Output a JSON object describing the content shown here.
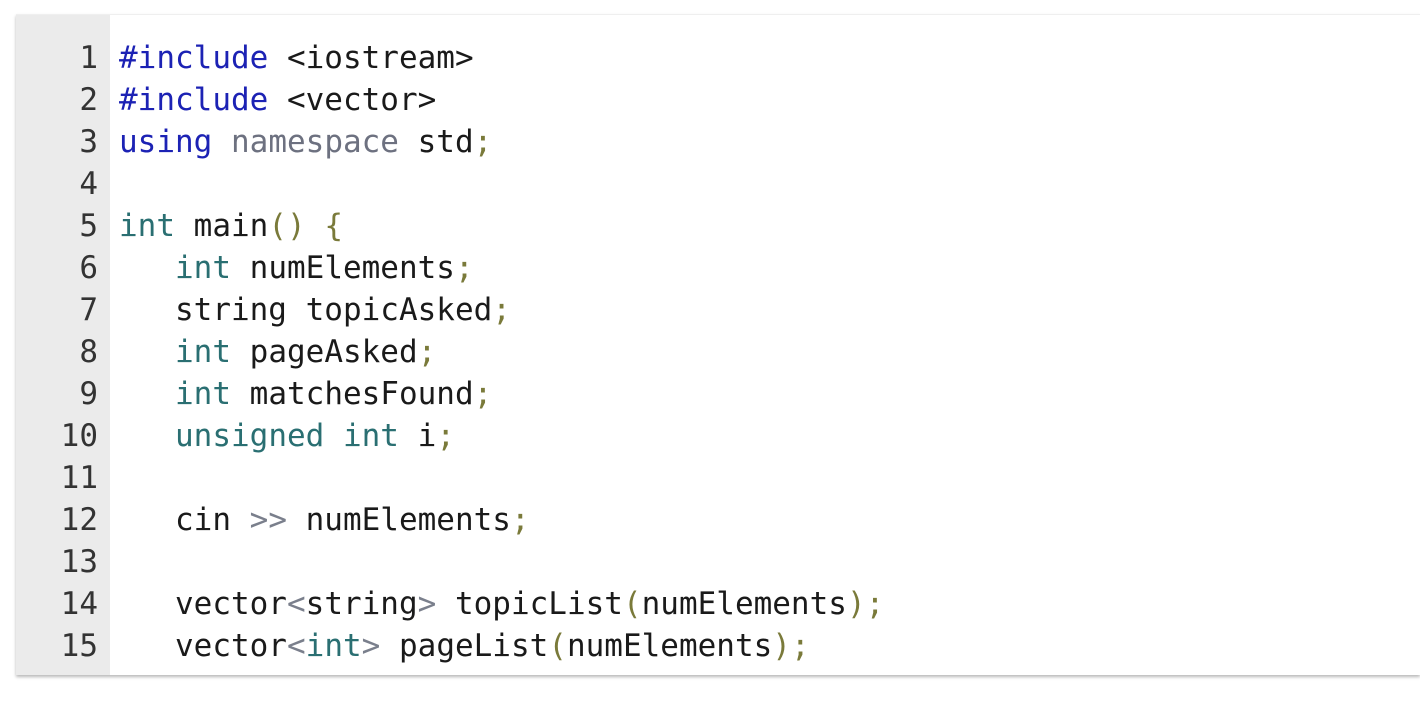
{
  "colors": {
    "directive": "#1c22b4",
    "keyword": "#1c22b4",
    "namespace": "#6d7180",
    "type": "#2a6f72",
    "punctuation": "#7a7a3a",
    "operator": "#7a7f8c",
    "identifier": "#1a1a1a",
    "gutter_background": "#ebebeb",
    "line_number": "#333333"
  },
  "code_lines": [
    {
      "number": "1",
      "tokens": [
        {
          "text": "#include",
          "kind": "directive"
        },
        {
          "text": " <iostream>",
          "kind": "identifier"
        }
      ]
    },
    {
      "number": "2",
      "tokens": [
        {
          "text": "#include",
          "kind": "directive"
        },
        {
          "text": " <vector>",
          "kind": "identifier"
        }
      ]
    },
    {
      "number": "3",
      "tokens": [
        {
          "text": "using",
          "kind": "keyword"
        },
        {
          "text": " ",
          "kind": "identifier"
        },
        {
          "text": "namespace",
          "kind": "namespace"
        },
        {
          "text": " std",
          "kind": "identifier"
        },
        {
          "text": ";",
          "kind": "punctuation"
        }
      ]
    },
    {
      "number": "4",
      "tokens": []
    },
    {
      "number": "5",
      "tokens": [
        {
          "text": "int",
          "kind": "type"
        },
        {
          "text": " main",
          "kind": "identifier"
        },
        {
          "text": "()",
          "kind": "punctuation"
        },
        {
          "text": " ",
          "kind": "identifier"
        },
        {
          "text": "{",
          "kind": "punctuation"
        }
      ]
    },
    {
      "number": "6",
      "tokens": [
        {
          "text": "   ",
          "kind": "identifier"
        },
        {
          "text": "int",
          "kind": "type"
        },
        {
          "text": " numElements",
          "kind": "identifier"
        },
        {
          "text": ";",
          "kind": "punctuation"
        }
      ]
    },
    {
      "number": "7",
      "tokens": [
        {
          "text": "   string topicAsked",
          "kind": "identifier"
        },
        {
          "text": ";",
          "kind": "punctuation"
        }
      ]
    },
    {
      "number": "8",
      "tokens": [
        {
          "text": "   ",
          "kind": "identifier"
        },
        {
          "text": "int",
          "kind": "type"
        },
        {
          "text": " pageAsked",
          "kind": "identifier"
        },
        {
          "text": ";",
          "kind": "punctuation"
        }
      ]
    },
    {
      "number": "9",
      "tokens": [
        {
          "text": "   ",
          "kind": "identifier"
        },
        {
          "text": "int",
          "kind": "type"
        },
        {
          "text": " matchesFound",
          "kind": "identifier"
        },
        {
          "text": ";",
          "kind": "punctuation"
        }
      ]
    },
    {
      "number": "10",
      "tokens": [
        {
          "text": "   ",
          "kind": "identifier"
        },
        {
          "text": "unsigned",
          "kind": "type"
        },
        {
          "text": " ",
          "kind": "identifier"
        },
        {
          "text": "int",
          "kind": "type"
        },
        {
          "text": " i",
          "kind": "identifier"
        },
        {
          "text": ";",
          "kind": "punctuation"
        }
      ]
    },
    {
      "number": "11",
      "tokens": []
    },
    {
      "number": "12",
      "tokens": [
        {
          "text": "   cin ",
          "kind": "identifier"
        },
        {
          "text": ">>",
          "kind": "operator"
        },
        {
          "text": " numElements",
          "kind": "identifier"
        },
        {
          "text": ";",
          "kind": "punctuation"
        }
      ]
    },
    {
      "number": "13",
      "tokens": []
    },
    {
      "number": "14",
      "tokens": [
        {
          "text": "   vector",
          "kind": "identifier"
        },
        {
          "text": "<",
          "kind": "operator"
        },
        {
          "text": "string",
          "kind": "identifier"
        },
        {
          "text": ">",
          "kind": "operator"
        },
        {
          "text": " topicList",
          "kind": "identifier"
        },
        {
          "text": "(",
          "kind": "punctuation"
        },
        {
          "text": "numElements",
          "kind": "identifier"
        },
        {
          "text": ");",
          "kind": "punctuation"
        }
      ]
    },
    {
      "number": "15",
      "tokens": [
        {
          "text": "   vector",
          "kind": "identifier"
        },
        {
          "text": "<",
          "kind": "operator"
        },
        {
          "text": "int",
          "kind": "type"
        },
        {
          "text": ">",
          "kind": "operator"
        },
        {
          "text": " pageList",
          "kind": "identifier"
        },
        {
          "text": "(",
          "kind": "punctuation"
        },
        {
          "text": "numElements",
          "kind": "identifier"
        },
        {
          "text": ");",
          "kind": "punctuation"
        }
      ]
    }
  ]
}
